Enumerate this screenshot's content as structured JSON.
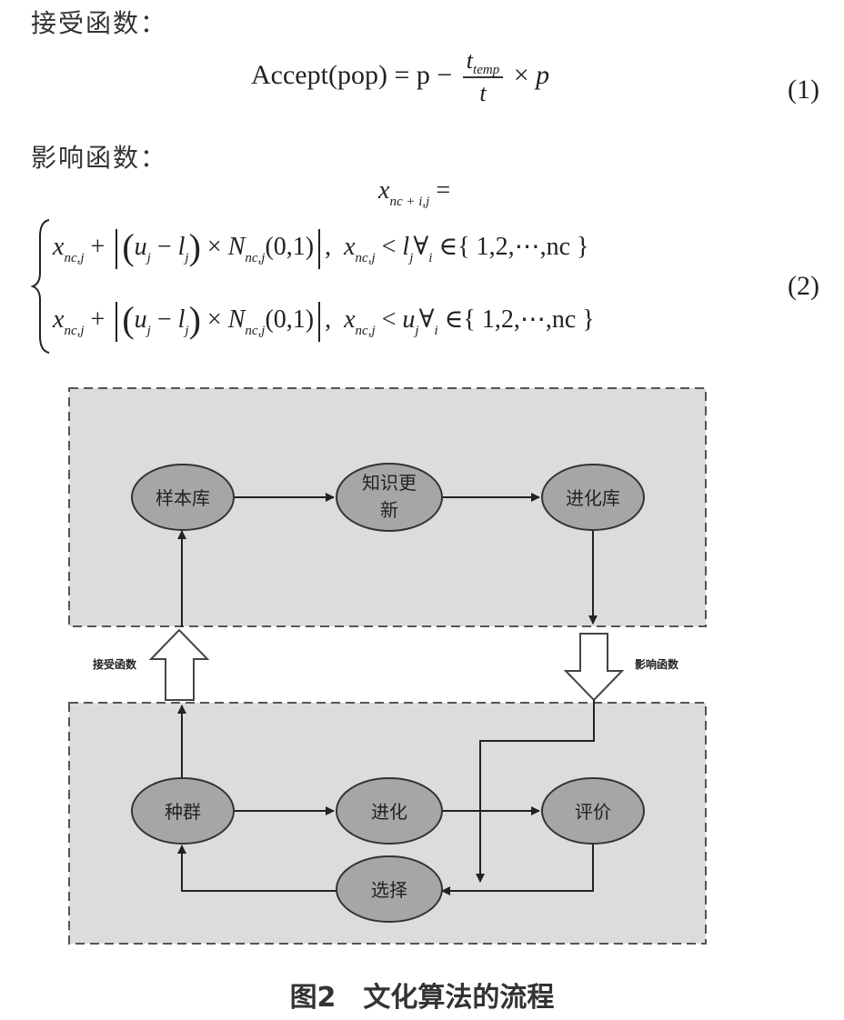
{
  "section1_label": "接受函数：",
  "eq1": {
    "lhs": "Accept",
    "arg": "pop",
    "eq": "=",
    "p1": "p",
    "minus": "−",
    "num_var": "t",
    "num_sub": "temp",
    "den": "t",
    "times": "×",
    "p2": "p",
    "number": "(1)"
  },
  "section2_label": "影响函数：",
  "eq2": {
    "lhs_var": "x",
    "lhs_sub": "nc + i,j",
    "lhs_eq": "=",
    "row1": {
      "x": "x",
      "x_sub": "nc,j",
      "plus": "+",
      "u": "u",
      "u_sub": "j",
      "minus": "−",
      "l": "l",
      "l_sub": "j",
      "times": "×",
      "N": "N",
      "N_sub": "nc,j",
      "N_arg": "(0,1)",
      "comma": ",",
      "cond_x": "x",
      "cond_x_sub": "nc,j",
      "lt": "<",
      "bound": "l",
      "bound_sub": "j",
      "forall": "∀",
      "forall_sub": "i",
      "in": "∈",
      "set": "{ 1,2,⋯,nc }"
    },
    "row2": {
      "x": "x",
      "x_sub": "nc,j",
      "plus": "+",
      "u": "u",
      "u_sub": "j",
      "minus": "−",
      "l": "l",
      "l_sub": "j",
      "times": "×",
      "N": "N",
      "N_sub": "nc,j",
      "N_arg": "(0,1)",
      "comma": ",",
      "cond_x": "x",
      "cond_x_sub": "nc,j",
      "lt": "<",
      "bound": "u",
      "bound_sub": "j",
      "forall": "∀",
      "forall_sub": "i",
      "in": "∈",
      "set": "{ 1,2,⋯,nc }"
    },
    "number": "(2)"
  },
  "diagram": {
    "nodes": {
      "sample_lib": "样本库",
      "knowledge_update_line1": "知识更",
      "knowledge_update_line2": "新",
      "evolution_lib": "进化库",
      "population": "种群",
      "evolve": "进化",
      "evaluate": "评价",
      "select": "选择"
    },
    "accept_label": "接受函数",
    "influence_label": "影响函数",
    "colors": {
      "panel": "#dcdcdc",
      "node": "#a6a6a6",
      "line": "#333333"
    }
  },
  "caption": "图2　文化算法的流程"
}
